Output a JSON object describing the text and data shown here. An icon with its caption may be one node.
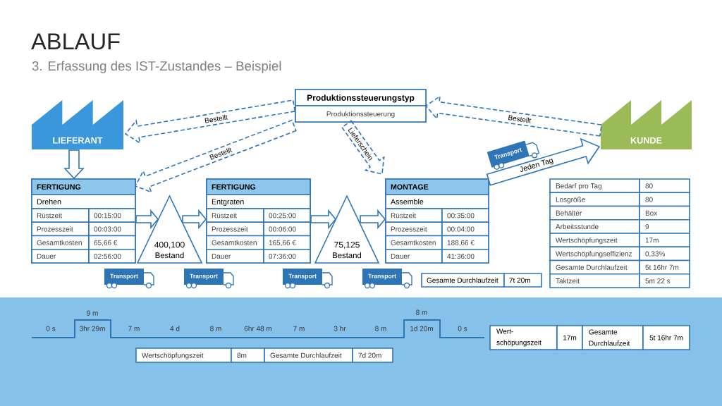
{
  "diagram": {
    "title": "ABLAUF",
    "nodes": [
      {
        "text": [
          "Produktionssteuerungstyp",
          "Produktionssteuerung"
        ]
      },
      {
        "text": [
          "LIEFERANT"
        ]
      },
      {
        "text": [
          "KUNDE"
        ]
      },
      {
        "text": [
          "FERTIGUNG",
          "Drehen",
          "Rüstzeit",
          "00:15:00",
          "Prozesszeit",
          "00:03:00",
          "Gesamtkosten",
          "65,66 €",
          "Dauer",
          "02:56:00"
        ]
      },
      {
        "text": [
          "400,100",
          "Bestand"
        ]
      },
      {
        "text": [
          "FERTIGUNG",
          "Entgraten",
          "Rüstzeit",
          "00:25:00",
          "Prozesszeit",
          "00:06:00",
          "Gesamtkosten",
          "165,66 €",
          "Dauer",
          "07:36:00"
        ]
      },
      {
        "text": [
          "75,125",
          "Bestand"
        ]
      },
      {
        "text": [
          "MONTAGE",
          "Assemble",
          "Rüstzeit",
          "00:35:00",
          "Prozesszeit",
          "00:04:00",
          "Gesamtkosten",
          "188,66 €",
          "Dauer",
          "41:36:00"
        ]
      },
      {
        "text": [
          "Transport"
        ]
      },
      {
        "text": [
          "Transport"
        ]
      },
      {
        "text": [
          "Transport"
        ]
      },
      {
        "text": [
          "Transport"
        ]
      },
      {
        "text": [
          "Transport"
        ]
      }
    ],
    "edges": [
      {
        "from": 0,
        "to": 1,
        "arrow": "to",
        "label": "Bestellt",
        "style": "dashed"
      },
      {
        "from": 0,
        "to": 3,
        "arrow": "to",
        "label": "Bestellt",
        "style": "dashed"
      },
      {
        "from": 0,
        "to": 7,
        "arrow": "to",
        "label": "Lieferschein",
        "style": "dashed"
      },
      {
        "from": 2,
        "to": 0,
        "arrow": "to",
        "label": "Bestellt",
        "style": "dashed"
      },
      {
        "from": 1,
        "to": 3,
        "arrow": "to"
      },
      {
        "from": 3,
        "to": 4,
        "arrow": "to"
      },
      {
        "from": 4,
        "to": 5,
        "arrow": "to"
      },
      {
        "from": 5,
        "to": 6,
        "arrow": "to"
      },
      {
        "from": 6,
        "to": 7,
        "arrow": "to"
      },
      {
        "from": 7,
        "to": 2,
        "arrow": "to",
        "label": "Jeden Tag"
      }
    ],
    "labels": [
      "3. Erfassung des IST-Zustandes – Beispiel",
      "Bedarf pro Tag",
      "80",
      "Losgröße",
      "80",
      "Behälter",
      "Box",
      "Arbeitsstunde",
      "9",
      "Wertschöpfungszeit",
      "17m",
      "Wertschöpfungseffizienz",
      "0,33%",
      "Gesamte Durchlaufzeit",
      "5t 16hr 7m",
      "Gesamte Durchlaufzeit",
      "7t 20m",
      "Taktzeit",
      "5m 22 s",
      "9 m",
      "8 m",
      "0 s",
      "3hr 29m",
      "7 m",
      "4 d",
      "8 m",
      "6hr 48 m",
      "7 m",
      "3 hr",
      "8 m",
      "1d 20m",
      "0 s",
      "Wertschöpfungszeit",
      "8m",
      "Gesamte Durchlaufzeit",
      "7d 20m",
      "Wert- schöpungszeit",
      "17m",
      "Gesamte Durchlaufzeit",
      "5t 16hr 7m"
    ]
  }
}
